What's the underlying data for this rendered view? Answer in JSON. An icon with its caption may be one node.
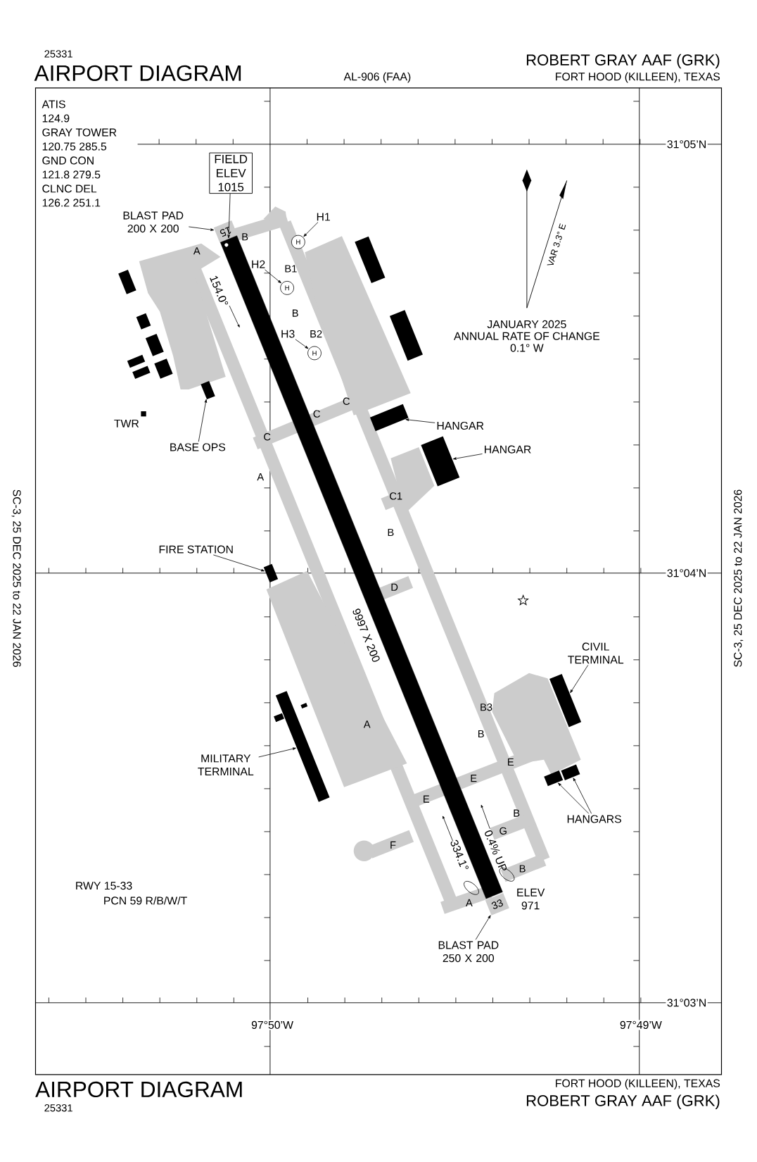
{
  "diagram": {
    "title": "AIRPORT DIAGRAM",
    "nodes": [
      {
        "text": [
          "FIELD ELEV 1015"
        ]
      },
      {
        "text": [
          "BLAST PAD 200 X 200"
        ]
      },
      {
        "text": [
          "15"
        ]
      },
      {
        "text": [
          "H1"
        ]
      },
      {
        "text": [
          "H"
        ]
      },
      {
        "text": [
          "H2"
        ]
      },
      {
        "text": [
          "H"
        ]
      },
      {
        "text": [
          "H3"
        ]
      },
      {
        "text": [
          "H"
        ]
      },
      {
        "text": [
          "BASE OPS"
        ]
      },
      {
        "text": [],
        "shape": "box"
      },
      {
        "text": [
          "HANGAR"
        ]
      },
      {
        "text": [],
        "shape": "box"
      },
      {
        "text": [
          "HANGAR"
        ]
      },
      {
        "text": [],
        "shape": "box"
      },
      {
        "text": [
          "FIRE STATION"
        ]
      },
      {
        "text": [],
        "shape": "box"
      },
      {
        "text": [
          "CIVIL TERMINAL"
        ]
      },
      {
        "text": [],
        "shape": "box"
      },
      {
        "text": [
          "MILITARY TERMINAL"
        ]
      },
      {
        "text": [],
        "shape": "box"
      },
      {
        "text": [
          "HANGARS"
        ]
      },
      {
        "text": [],
        "shape": "box"
      },
      {
        "text": [],
        "shape": "box"
      },
      {
        "text": [
          "BLAST PAD 250 X 200"
        ]
      },
      {
        "text": [
          "33"
        ]
      },
      {
        "text": [],
        "shape": "bar"
      },
      {
        "text": [],
        "shape": "box"
      },
      {
        "text": [],
        "shape": "box"
      },
      {
        "text": [],
        "shape": "box"
      },
      {
        "text": [],
        "shape": "box"
      },
      {
        "text": [],
        "shape": "box"
      },
      {
        "text": [],
        "shape": "box"
      },
      {
        "text": [],
        "shape": "box"
      },
      {
        "text": [],
        "shape": "box"
      },
      {
        "text": [],
        "shape": "box"
      },
      {
        "text": [],
        "shape": "box"
      },
      {
        "text": [],
        "shape": "box"
      },
      {
        "text": [],
        "shape": "box"
      },
      {
        "text": [],
        "shape": "box"
      },
      {
        "text": [],
        "shape": "box"
      },
      {
        "text": [],
        "shape": "box"
      },
      {
        "text": [],
        "shape": "box"
      },
      {
        "text": [],
        "shape": "box"
      }
    ],
    "edges": [
      {
        "from": 0,
        "to": 26,
        "arrow": "to"
      },
      {
        "from": 1,
        "to": 2,
        "arrow": "to"
      },
      {
        "from": 3,
        "to": 4,
        "arrow": "to"
      },
      {
        "from": 5,
        "to": 6,
        "arrow": "to"
      },
      {
        "from": 7,
        "to": 8,
        "arrow": "to"
      },
      {
        "from": 9,
        "to": 10,
        "arrow": "to"
      },
      {
        "from": 11,
        "to": 12,
        "arrow": "to"
      },
      {
        "from": 13,
        "to": 14,
        "arrow": "to"
      },
      {
        "from": 15,
        "to": 16,
        "arrow": "to"
      },
      {
        "from": 17,
        "to": 18,
        "arrow": "to"
      },
      {
        "from": 19,
        "to": 20,
        "arrow": "to"
      },
      {
        "from": 21,
        "to": 22,
        "arrow": "to"
      },
      {
        "from": 21,
        "to": 23,
        "arrow": "to"
      },
      {
        "from": 24,
        "to": 25,
        "arrow": "to"
      }
    ],
    "labels": [
      "25331",
      "AL-906 (FAA)",
      "ROBERT GRAY AAF (GRK)",
      "FORT HOOD (KILLEEN), TEXAS",
      "ATIS",
      "124.9",
      "GRAY TOWER",
      "120.75 285.5",
      "GND CON",
      "121.8 279.5",
      "CLNC DEL",
      "126.2 251.1",
      "31°05’N",
      "VAR 3.3° E",
      "154.0°",
      "A",
      "B",
      "B1",
      "B",
      "JANUARY 2025",
      "ANNUAL RATE OF CHANGE",
      "0.1° W",
      "B2",
      "C",
      "C",
      "TWR",
      "C",
      "A",
      "C1",
      "B",
      "31°04’N",
      "D",
      "9997 X 200",
      "B3",
      "A",
      "B",
      "E",
      "E",
      "E",
      "B",
      "G",
      "0.4% UP",
      "334.1°",
      "F",
      "B",
      "ELEV 971",
      "A",
      "RWY 15-33",
      "PCN 59 R/B/W/T",
      "31°03’N",
      "97°50’W",
      "97°49’W",
      "SC-3, 25 DEC 2025 to 22 JAN 2026",
      "SC-3, 25 DEC 2025 to 22 JAN 2026",
      "AIRPORT DIAGRAM",
      "25331",
      "FORT HOOD (KILLEEN), TEXAS",
      "ROBERT GRAY AAF (GRK)"
    ]
  }
}
